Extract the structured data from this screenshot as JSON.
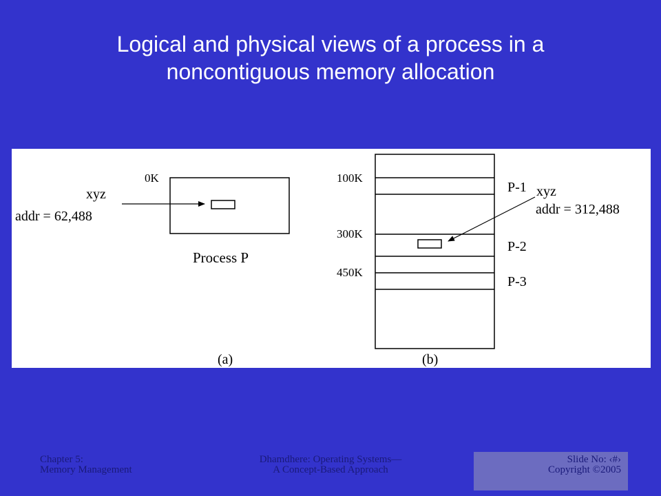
{
  "title": {
    "line1": "Logical and physical views of a process in a",
    "line2": "noncontiguous memory allocation"
  },
  "figure": {
    "a": {
      "offset_label": "0K",
      "item_name": "xyz",
      "item_addr": "addr = 62,488",
      "caption": "Process P",
      "panel_label": "(a)"
    },
    "b": {
      "address_labels": [
        "100K",
        "300K",
        "450K"
      ],
      "part_labels": [
        "P-1",
        "P-2",
        "P-3"
      ],
      "item_name": "xyz",
      "item_addr": "addr = 312,488",
      "panel_label": "(b)"
    }
  },
  "footer": {
    "left_line1": "Chapter 5:",
    "left_line2": "Memory Management",
    "center_line1": "Dhamdhere: Operating Systems—",
    "center_line2": "A Concept-Based Approach",
    "right_line1": "Slide No: ‹#›",
    "right_line2": "Copyright ©2005"
  },
  "colors": {
    "background": "#3333cc",
    "title_text": "#ffffff",
    "footer_text": "#1a1a7a",
    "footer_box": "#6c6cc0",
    "figure_background": "#ffffff"
  }
}
